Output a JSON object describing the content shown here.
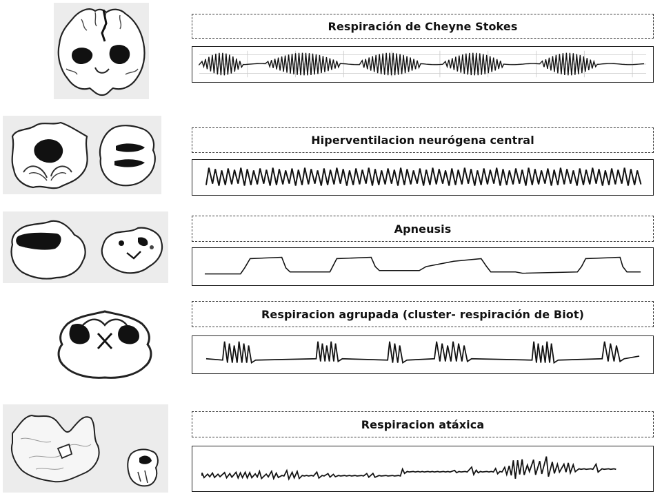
{
  "patterns": [
    {
      "title": "Respiración de Cheyne Stokes",
      "lesion_icon": "cerebral-hemispheres-lesion-icon",
      "trace_type": "crescendo-decrescendo"
    },
    {
      "title": "Hiperventilacion neurógena central",
      "lesion_icon": "midbrain-lesion-icon",
      "trace_type": "regular-rapid"
    },
    {
      "title": "Apneusis",
      "lesion_icon": "pons-lesion-icon",
      "trace_type": "inspiratory-plateau"
    },
    {
      "title": "Respiracion agrupada (cluster- respiración de Biot)",
      "lesion_icon": "lower-pons-lesion-icon",
      "trace_type": "clusters"
    },
    {
      "title": "Respiracion atáxica",
      "lesion_icon": "medulla-lesion-icon",
      "trace_type": "irregular"
    }
  ]
}
